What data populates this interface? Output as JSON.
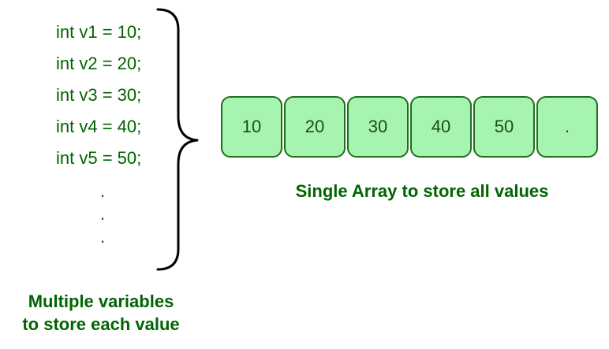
{
  "variables": {
    "declarations": [
      "int v1 = 10;",
      "int v2 = 20;",
      "int v3 = 30;",
      "int v4 = 40;",
      "int v5 = 50;"
    ],
    "ellipsis": [
      ".",
      ".",
      "."
    ],
    "caption_line1": "Multiple variables",
    "caption_line2": "to store each value"
  },
  "array": {
    "cells": [
      "10",
      "20",
      "30",
      "40",
      "50",
      "."
    ],
    "caption": "Single Array to store all values"
  },
  "colors": {
    "text_green": "#006400",
    "cell_fill": "#a7f3b0",
    "cell_border": "#1f6f1f",
    "brace": "#000000"
  }
}
